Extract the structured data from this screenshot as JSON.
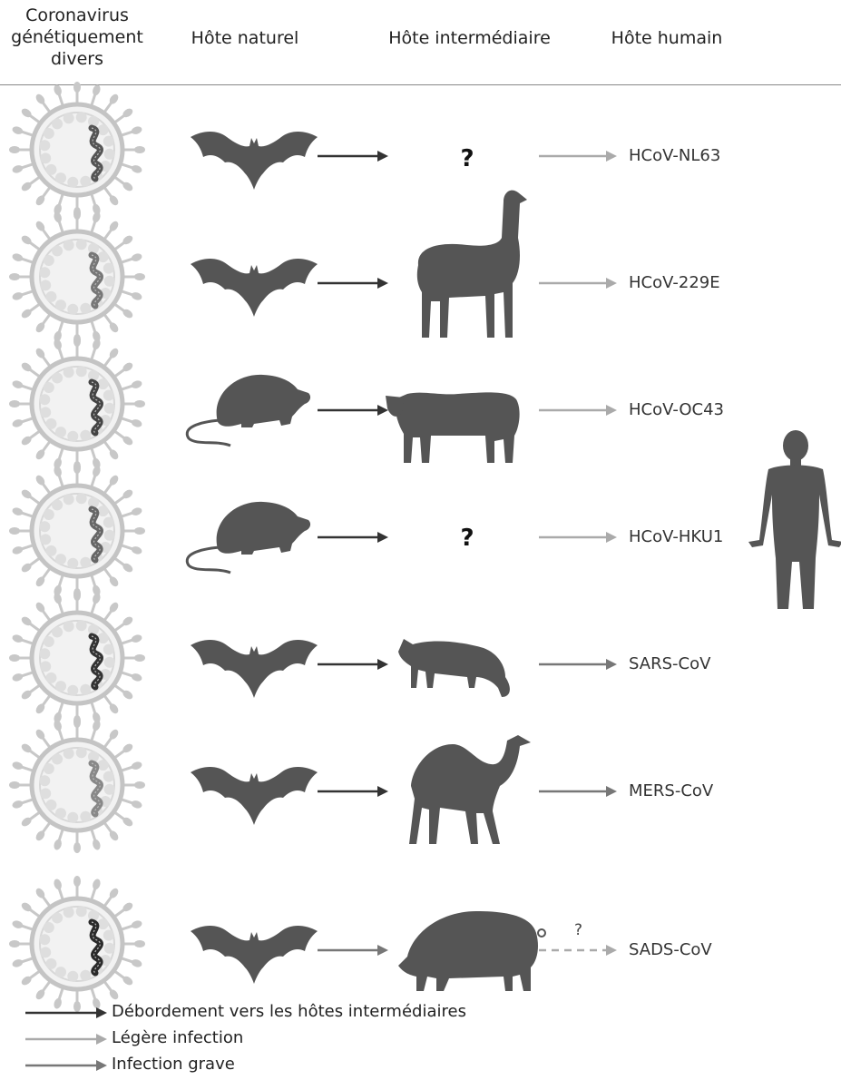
{
  "header": {
    "virus": "Coronavirus génétiquement divers",
    "natural_host": "Hôte naturel",
    "intermediate_host": "Hôte intermédiaire",
    "human_host": "Hôte humain"
  },
  "colors": {
    "spillover": "#333333",
    "mild": "#aaaaaa",
    "severe": "#777777",
    "silhouette": "#555555"
  },
  "rows": [
    {
      "virus_label": "HCoV-NL63",
      "natural_host": "bat-icon",
      "intermediate_host": "?",
      "human_arrow": "mild"
    },
    {
      "virus_label": "HCoV-229E",
      "natural_host": "bat-icon",
      "intermediate_host": "alpaca-icon",
      "human_arrow": "mild"
    },
    {
      "virus_label": "HCoV-OC43",
      "natural_host": "rodent-icon",
      "intermediate_host": "cow-icon",
      "human_arrow": "mild"
    },
    {
      "virus_label": "HCoV-HKU1",
      "natural_host": "rodent-icon",
      "intermediate_host": "?",
      "human_arrow": "mild"
    },
    {
      "virus_label": "SARS-CoV",
      "natural_host": "bat-icon",
      "intermediate_host": "civet-icon",
      "human_arrow": "severe"
    },
    {
      "virus_label": "MERS-CoV",
      "natural_host": "bat-icon",
      "intermediate_host": "camel-icon",
      "human_arrow": "severe"
    },
    {
      "virus_label": "SADS-CoV",
      "natural_host": "bat-icon",
      "intermediate_host": "pig-icon",
      "human_arrow": "dashed",
      "arrow_label": "?"
    }
  ],
  "legend": [
    {
      "label": "Débordement vers les hôtes intermédiaires",
      "color": "#333333"
    },
    {
      "label": "Légère infection",
      "color": "#aaaaaa"
    },
    {
      "label": "Infection grave",
      "color": "#777777"
    }
  ]
}
